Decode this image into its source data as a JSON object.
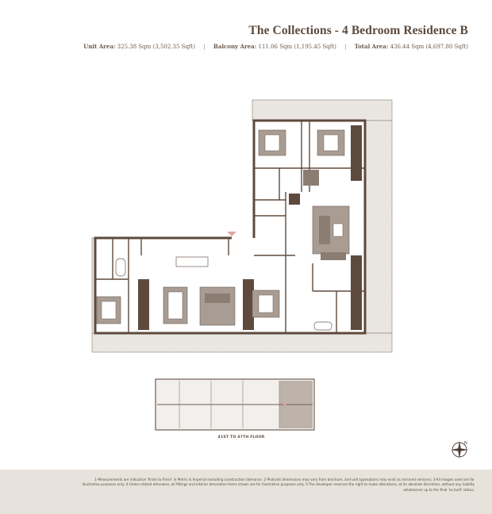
{
  "header": {
    "title": "The Collections - 4 Bedroom Residence B",
    "unit_area_label": "Unit Area:",
    "unit_area_value": "325.38 Sqm (3,502.35 Sqft)",
    "balcony_area_label": "Balcony Area:",
    "balcony_area_value": "111.06 Sqm (1,195.45 Sqft)",
    "total_area_label": "Total Area:",
    "total_area_value": "436.44 Sqm (4,697.80 Sqft)",
    "separator": "|"
  },
  "keyplan": {
    "floor_label": "41ST TO 47TH  FLOOR"
  },
  "footer": {
    "notes": "1-Measurements are indicative 'finish to finish' in Metric & Imperial excluding construction tolerance. 2-Plot/unit dimensions may vary from brochure, and unit types/plans may exist as mirrored versions; 3-All images used are for illustrative purposes only. 4-Unless stated otherwise, all fittings and interior decorative items shown are for illustrative purposes only. 5-The developer reserves the right to make alterations, at its absolute discretion, without any liability whatsoever up to the final 'as built' status."
  },
  "colors": {
    "wall": "#5e4a3d",
    "balcony_fill": "#ece9e5",
    "room_fill": "#ffffff",
    "furniture": "#9a8d84",
    "furniture_dark": "#6e5f55",
    "accent_marker": "#e6a3a3",
    "footer_bg": "#e7e2dc"
  },
  "icons": {
    "compass": "north-compass-icon",
    "entry": "entry-marker-icon"
  }
}
